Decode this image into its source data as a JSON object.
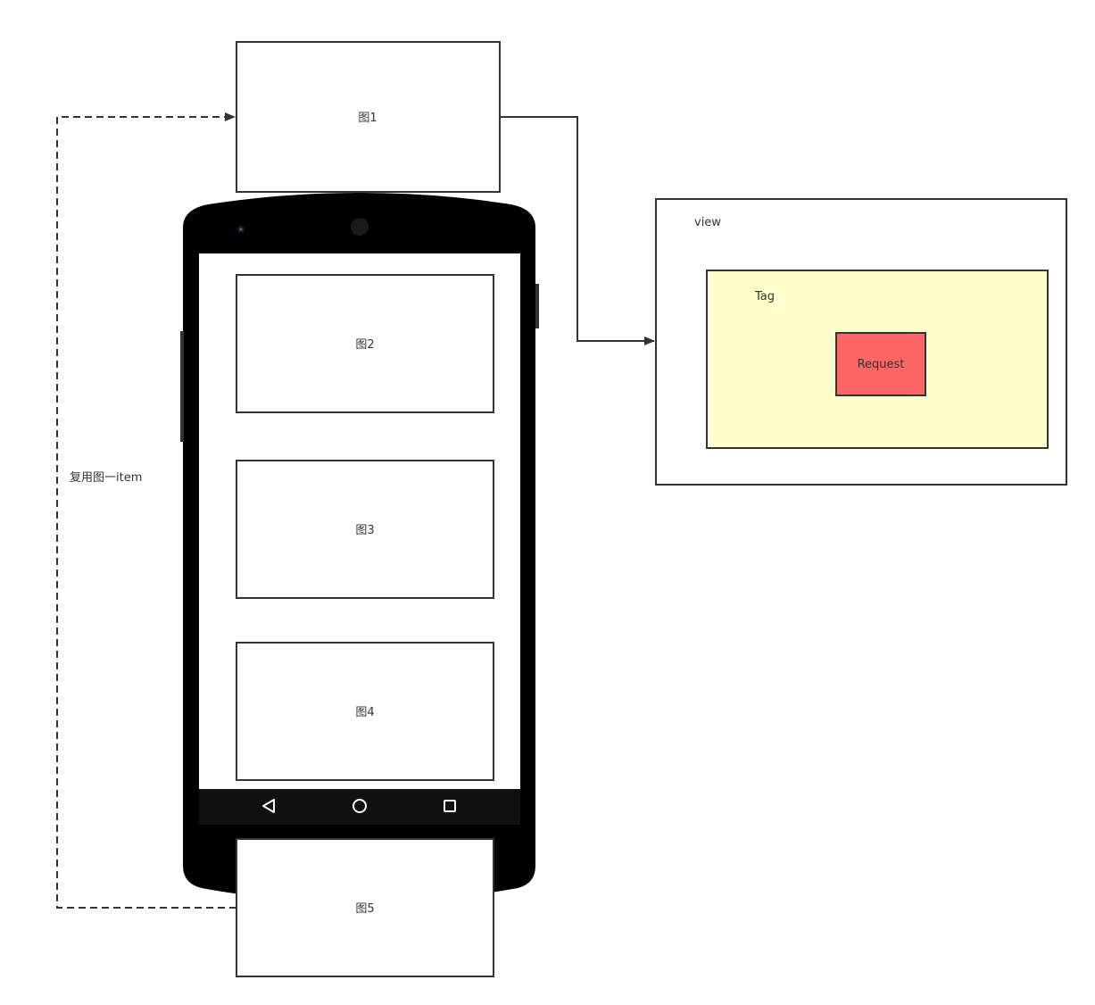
{
  "colors": {
    "stroke": "#333333",
    "phone_body": "#000000",
    "nav_bar": "#111111",
    "tag_fill": "#ffffcc",
    "request_fill": "#ff6666",
    "camera_lens": "#1a1a1a",
    "sensor": "#3a6ea5"
  },
  "items": {
    "item1": "图1",
    "item2": "图2",
    "item3": "图3",
    "item4": "图4",
    "item5": "图5"
  },
  "reuse_label": "复用图一item",
  "view": {
    "label": "view",
    "tag": {
      "label": "Tag",
      "request": {
        "label": "Request"
      }
    }
  },
  "nav_bar": {
    "icons": [
      "back-icon",
      "home-icon",
      "recents-icon"
    ]
  }
}
